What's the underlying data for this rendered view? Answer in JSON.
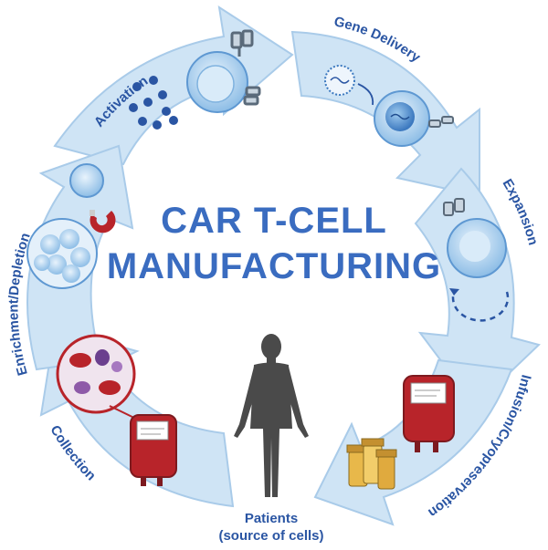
{
  "title": {
    "line1": "CAR T-CELL",
    "line2": "MANUFACTURING"
  },
  "stages": {
    "activation": "Activation",
    "gene_delivery": "Gene Delivery",
    "expansion": "Expansion",
    "infusion": "Infusion/Cryopreservation",
    "collection": "Collection",
    "enrichment": "Enrichment/Depletion"
  },
  "patients": {
    "line1": "Patients",
    "line2": "(source of cells)"
  },
  "colors": {
    "arrow_fill": "#cfe4f5",
    "arrow_stroke": "#a9cbe9",
    "label": "#2a55a3",
    "title": "#3a6cc0",
    "cell": "#8dbde6",
    "cell_dark": "#3b78bf",
    "blood_red": "#b8242a",
    "silhouette": "#4a4a4a"
  },
  "icons": [
    "activation-dots-icon",
    "t-cell-icon",
    "virus-icon",
    "receptor-icon",
    "magnet-icon",
    "blood-bag-icon",
    "vial-icon",
    "human-silhouette-icon",
    "expansion-cycle-icon"
  ]
}
